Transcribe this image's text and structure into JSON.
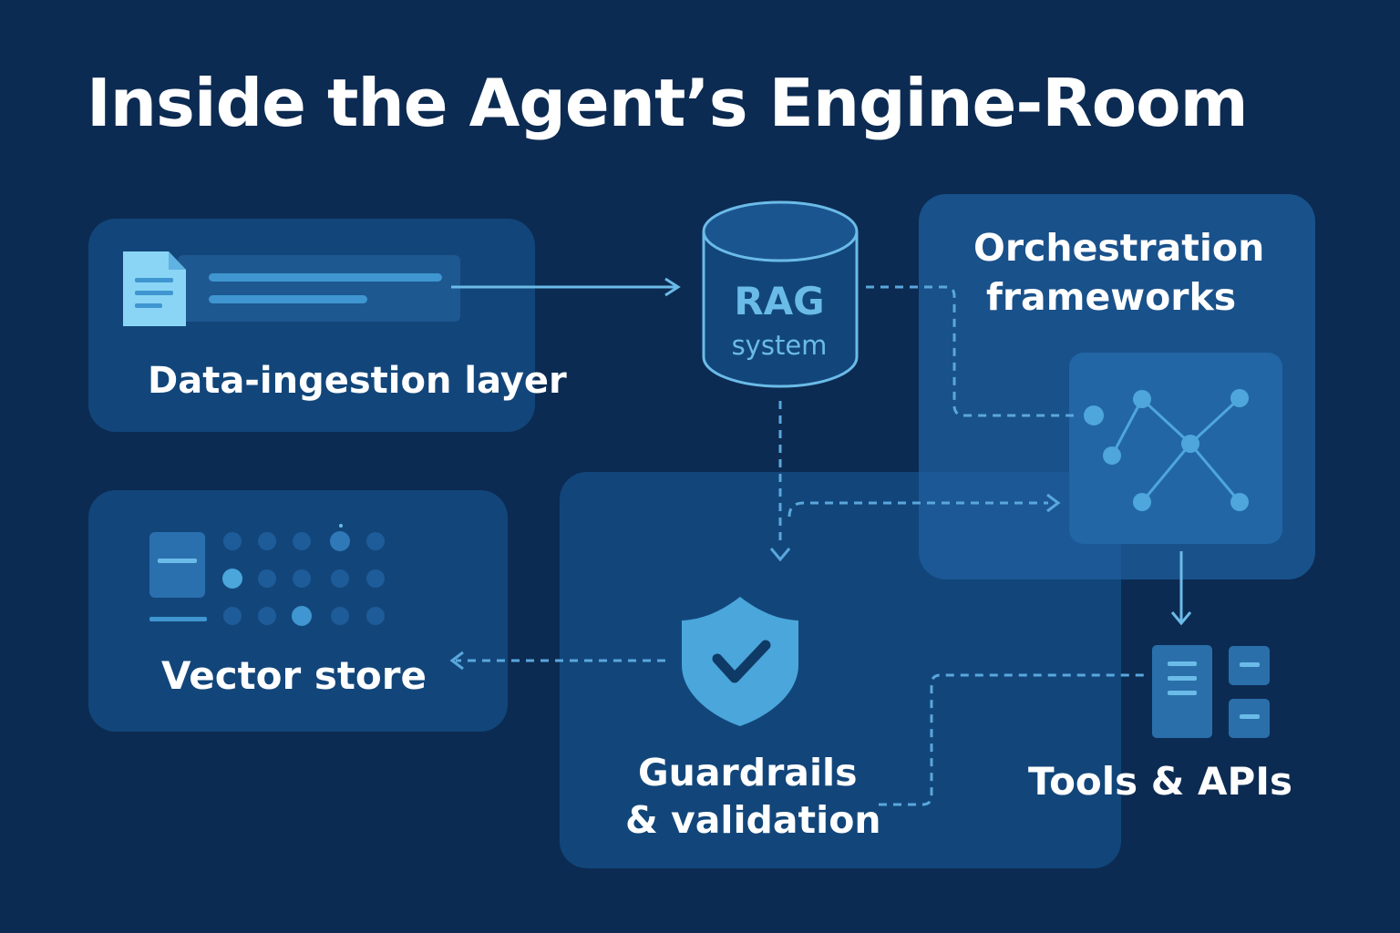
{
  "title": "Inside the Agent’s Engine-Room",
  "nodes": {
    "ingestion": {
      "label": "Data-ingestion layer",
      "icon": "document-icon"
    },
    "rag": {
      "title": "RAG",
      "subtitle": "system",
      "icon": "database-cylinder-icon"
    },
    "orchestration": {
      "label_line1": "Orchestration",
      "label_line2": "frameworks",
      "icon": "network-graph-icon"
    },
    "vector_store": {
      "label": "Vector store",
      "icon": "vector-grid-icon"
    },
    "guardrails": {
      "label_line1": "Guardrails",
      "label_line2": "& validation",
      "icon": "shield-check-icon"
    },
    "tools": {
      "label": "Tools & APIs",
      "icon": "server-apis-icon"
    }
  },
  "colors": {
    "background": "#0c2b52",
    "panel": "#12467a",
    "panel_highlight": "#1f60a0",
    "accent": "#6bbbe8",
    "text": "#ffffff"
  }
}
